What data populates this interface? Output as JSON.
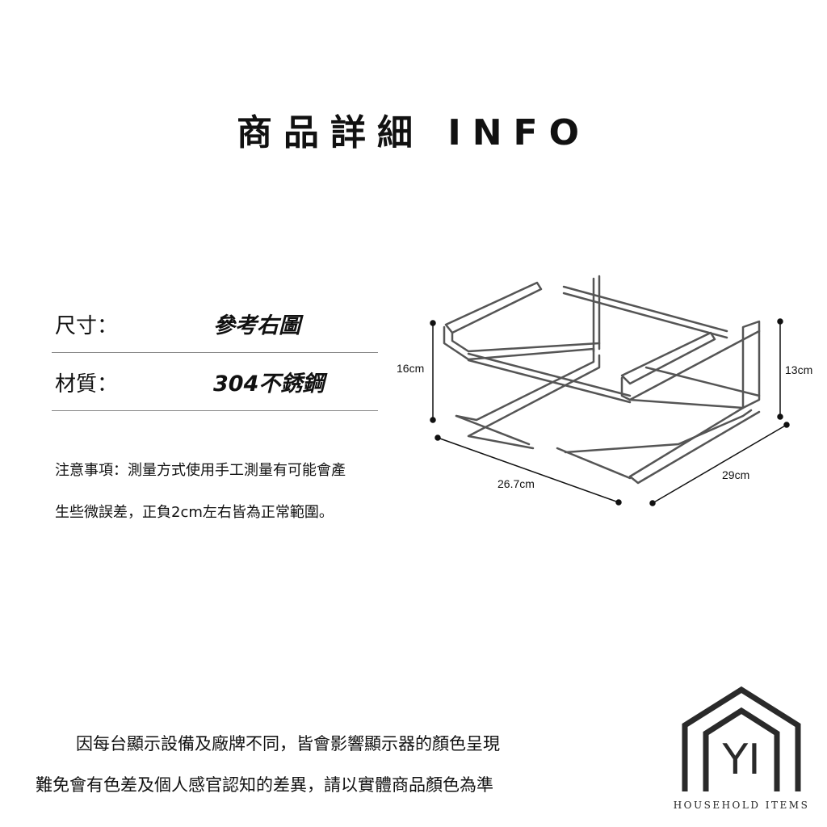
{
  "header": {
    "title": "商品詳細 INFO"
  },
  "specs": {
    "size": {
      "label": "尺寸：",
      "value": "參考右圖"
    },
    "material": {
      "label": "材質：",
      "value": "304不銹鋼"
    }
  },
  "notes": {
    "line1": "注意事項：測量方式使用手工測量有可能會產",
    "line2": "生些微誤差，正負2cm左右皆為正常範圍。"
  },
  "dimensions": {
    "height_left": "16cm",
    "height_right": "13cm",
    "depth": "26.7cm",
    "width": "29cm"
  },
  "disclaimer": {
    "line1": "因每台顯示設備及廠牌不同，皆會影響顯示器的顏色呈現",
    "line2": "難免會有色差及個人感官認知的差異，請以實體商品顏色為準"
  },
  "brand": {
    "mark": "YI",
    "name": "HOUSEHOLD ITEMS"
  }
}
